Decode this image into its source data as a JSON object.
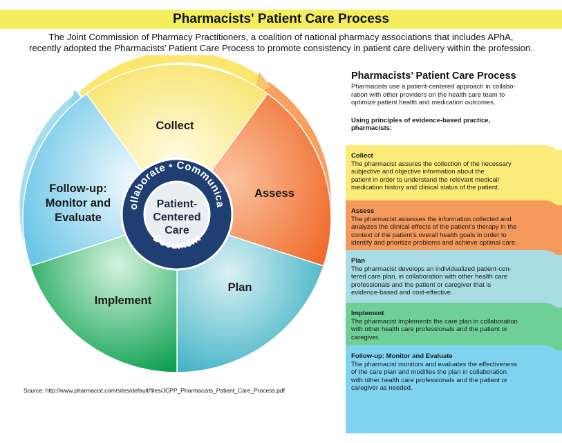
{
  "header": {
    "title": "Pharmacists' Patient Care Process",
    "intro_line1": "The Joint Commission of Pharmacy Practitioners, a coalition of national pharmacy associations that includes APhA,",
    "intro_line2": "recently adopted the Pharmacists’ Patient Care Process to promote consistency in patient care delivery within the profession."
  },
  "wheel": {
    "segments": {
      "collect": "Collect",
      "assess": "Assess",
      "plan": "Plan",
      "implement": "Implement",
      "followup_line1": "Follow-up:",
      "followup_line2": "Monitor and",
      "followup_line3": "Evaluate"
    },
    "hub": {
      "line1": "Patient-",
      "line2": "Centered",
      "line3": "Care",
      "ring_top": "Collaborate • Communicate",
      "ring_bottom": "Document"
    },
    "colors": {
      "collect": "#fcef93",
      "assess": "#f47b3c",
      "plan": "#62c3cf",
      "implement": "#3dbb78",
      "followup": "#a6dcef",
      "hub_ring": "#1f3f73"
    }
  },
  "source": "Source: http://www.pharmacist.com/sites/default/files/JCPP_Pharmacists_Patient_Care_Process.pdf",
  "sidebar": {
    "title": "Pharmacists’ Patient Care Process",
    "intro_lines": [
      "Pharmacists use a patient-centered approach in collabo-",
      "ration with other providers on the health care team to",
      "optimize patient health and medication outcomes."
    ],
    "sub_lines": [
      "Using principles of evidence-based practice,",
      "pharmacists:"
    ],
    "steps": [
      {
        "name": "Collect",
        "lines": [
          "The pharmacist assures the collection of the necessary",
          "subjective and objective information about the",
          "patient in order to understand the relevant medical/",
          "medication history and clinical status of the patient."
        ]
      },
      {
        "name": "Assess",
        "lines": [
          "The pharmacist assesses the information collected and",
          "analyzes the clinical effects of the patient’s therapy in the",
          "context of the patient’s overall health goals in order to",
          "identify and prioritize problems and achieve optimal care."
        ]
      },
      {
        "name": "Plan",
        "lines": [
          "The pharmacist develops an individualized patient-cen-",
          "tered care plan, in collaboration with other health care",
          "professionals and the patient or caregiver that is",
          "evidence-based and cost-effective."
        ]
      },
      {
        "name": "Implement",
        "lines": [
          "The pharmacist implements the care plan in collaboration",
          "with other health care professionals and the patient or",
          "caregiver."
        ]
      },
      {
        "name": "Follow-up: Monitor and Evaluate",
        "lines": [
          "The pharmacist monitors and evaluates the effectiveness",
          "of the care plan and modifies the plan in collaboration",
          "with other health care professionals and the patient or",
          "caregiver as needed."
        ]
      }
    ]
  }
}
